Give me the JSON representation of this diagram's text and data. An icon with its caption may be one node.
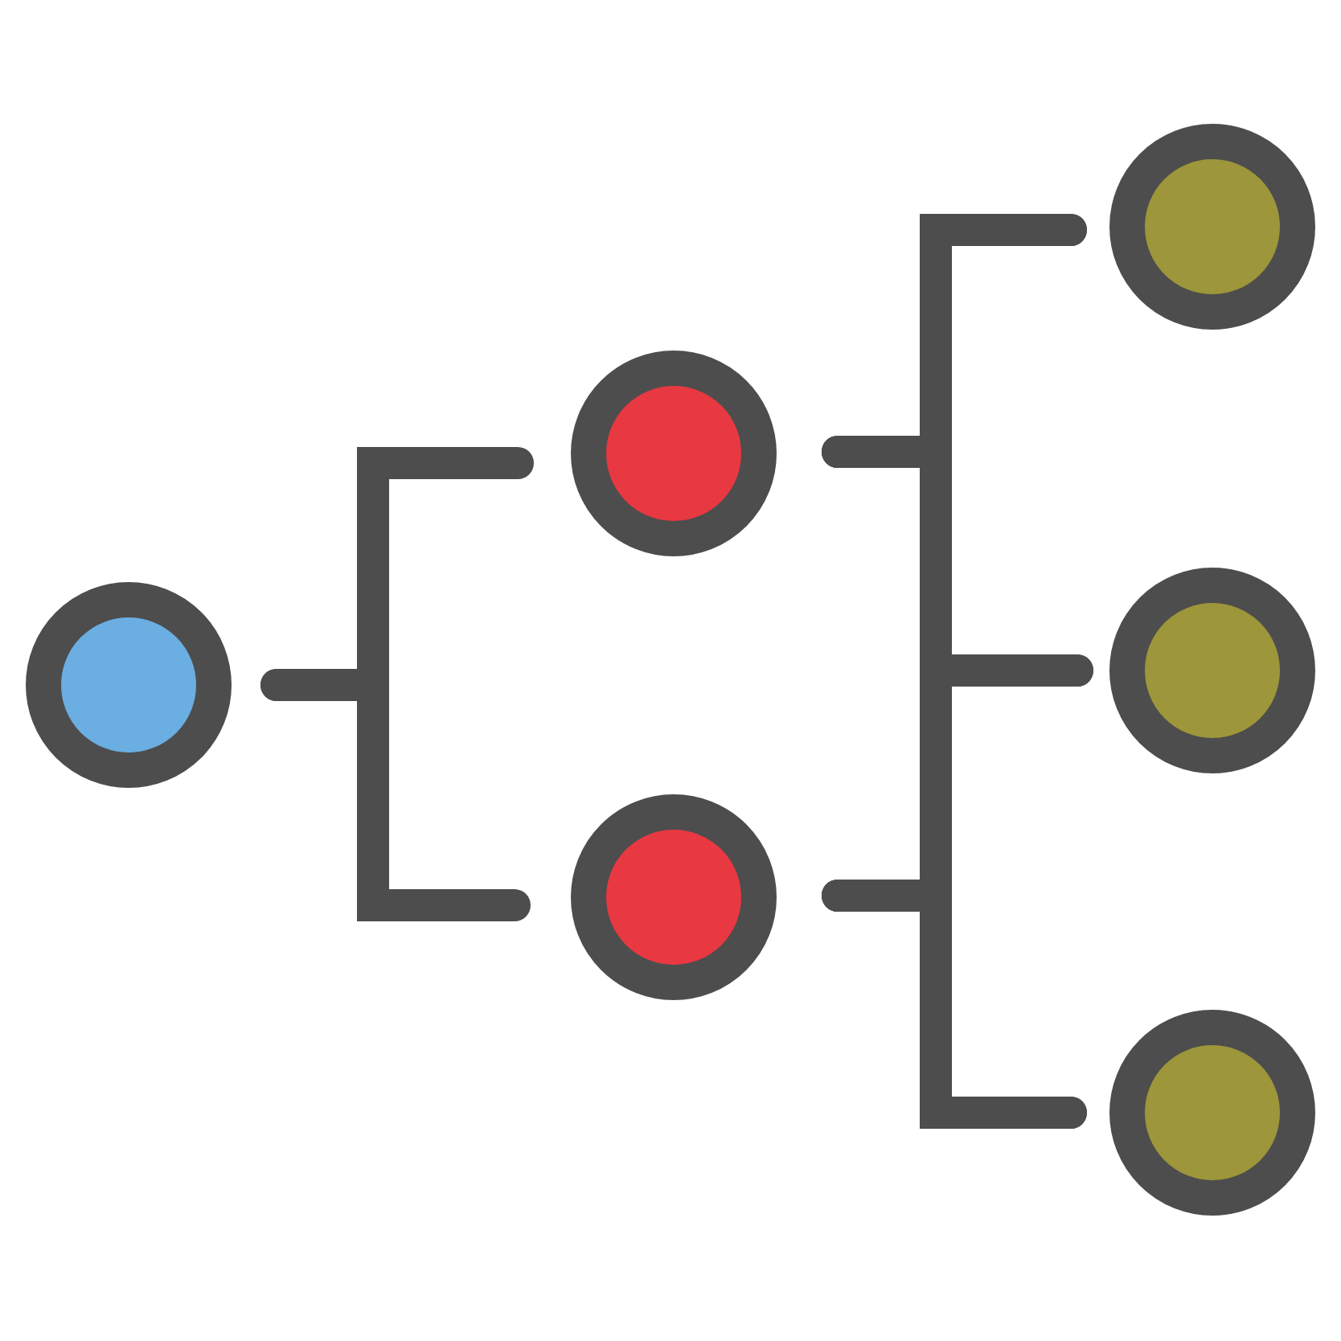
{
  "diagram": {
    "nodes": [
      {
        "text": [],
        "shape": "circle"
      },
      {
        "text": [],
        "shape": "circle"
      },
      {
        "text": [],
        "shape": "circle"
      },
      {
        "text": [],
        "shape": "circle"
      },
      {
        "text": [],
        "shape": "circle"
      },
      {
        "text": [],
        "shape": "circle"
      }
    ],
    "edges": [
      {
        "from": 0,
        "to": 1,
        "arrow": "none"
      },
      {
        "from": 0,
        "to": 2,
        "arrow": "none"
      },
      {
        "from": 1,
        "to": 3,
        "arrow": "none"
      },
      {
        "from": 1,
        "to": 4,
        "arrow": "none"
      },
      {
        "from": 1,
        "to": 5,
        "arrow": "none"
      },
      {
        "from": 2,
        "to": 3,
        "arrow": "none"
      },
      {
        "from": 2,
        "to": 4,
        "arrow": "none"
      },
      {
        "from": 2,
        "to": 5,
        "arrow": "none"
      }
    ]
  }
}
